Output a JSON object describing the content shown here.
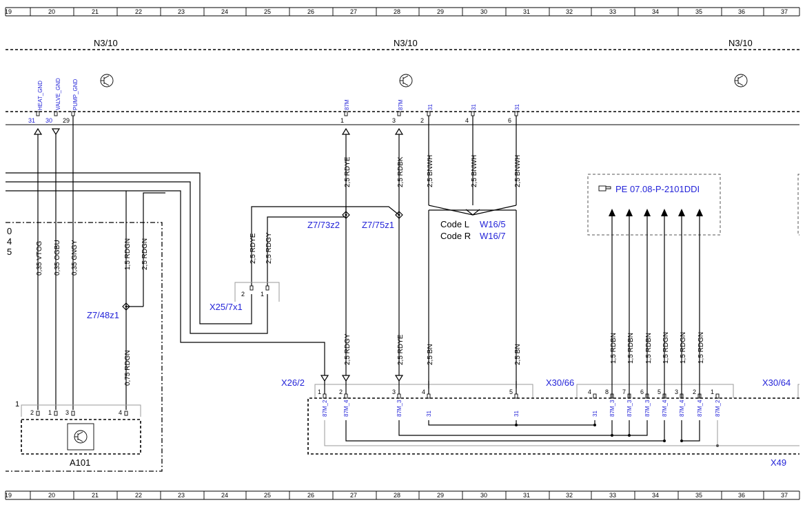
{
  "grid_numbers": [
    "19",
    "20",
    "21",
    "22",
    "23",
    "24",
    "25",
    "26",
    "27",
    "28",
    "29",
    "30",
    "31",
    "32",
    "33",
    "34",
    "35",
    "36",
    "37"
  ],
  "module_labels": [
    "N3/10",
    "N3/10",
    "N3/10"
  ],
  "ground_pins": [
    {
      "signal": "HEAT_GND",
      "num": "31"
    },
    {
      "signal": "VALVE_GND",
      "num": "30"
    },
    {
      "signal": "PUMP_GND",
      "num": "29"
    }
  ],
  "top_pins": [
    {
      "signal": "87M",
      "num": "1"
    },
    {
      "signal": "87M",
      "num": "3"
    },
    {
      "signal": "31",
      "num": "2"
    },
    {
      "signal": "31",
      "num": "4"
    },
    {
      "signal": "31",
      "num": "6"
    }
  ],
  "wires": {
    "w1": "2,5 RDYE",
    "w2": "2,5 RDBK",
    "w3": "2,5 BNWH",
    "w4": "2,5 BNWH",
    "w5": "2,5 BNWH",
    "w6": "2,5 RDYE",
    "w7": "2,5 RDGY",
    "w8": "0,35 VTOG",
    "w9": "0,35 OGBU",
    "w10": "0,35 GNGY",
    "w11": "1,5 RDGN",
    "w12": "2,5 RDGN",
    "w13": "0,75 RDGN",
    "w14": "2,5 RDGY",
    "w15": "2,5 RDYE",
    "w16": "2,5 BN",
    "w17": "2,5 BN",
    "w18": "1,5 RDBN",
    "w19": "1,5 RDBN",
    "w20": "1,5 RDBN",
    "w21": "1,5 RDGN",
    "w22": "1,5 RDGN",
    "w23": "1,5 RDGN"
  },
  "splices": [
    "Z7/73z2",
    "Z7/75z1",
    "Z7/48z1"
  ],
  "code_lines": [
    {
      "code": "Code L",
      "ref": "W16/5"
    },
    {
      "code": "Code R",
      "ref": "W16/7"
    }
  ],
  "reference": "PE 07.08-P-2101DDI",
  "left_edge_numbers": [
    "0",
    "4",
    "5"
  ],
  "connectors": {
    "x25": "X25/7x1",
    "x25_pins": [
      "2",
      "1"
    ],
    "x26": "X26/2",
    "x30_66": "X30/66",
    "x30_64": "X30/64",
    "x49": "X49"
  },
  "x26_pins": [
    {
      "num": "1",
      "sig": "87M_2"
    },
    {
      "num": "2",
      "sig": "87M_4"
    },
    {
      "num": "3",
      "sig": "87M_3"
    },
    {
      "num": "4",
      "sig": "31"
    },
    {
      "num": "5",
      "sig": "31"
    }
  ],
  "x30_66_pins": [
    {
      "num": "4",
      "sig": "31"
    },
    {
      "num": "8",
      "sig": "87M_3"
    },
    {
      "num": "7",
      "sig": "87M_3"
    },
    {
      "num": "6",
      "sig": "87M_3"
    },
    {
      "num": "5",
      "sig": "87M_4"
    },
    {
      "num": "3",
      "sig": "87M_4"
    },
    {
      "num": "2",
      "sig": "87M_4"
    },
    {
      "num": "1",
      "sig": "87M_2"
    }
  ],
  "a101": {
    "label": "A101",
    "corner_num": "1",
    "pins": [
      "2",
      "1",
      "3",
      "4"
    ]
  }
}
